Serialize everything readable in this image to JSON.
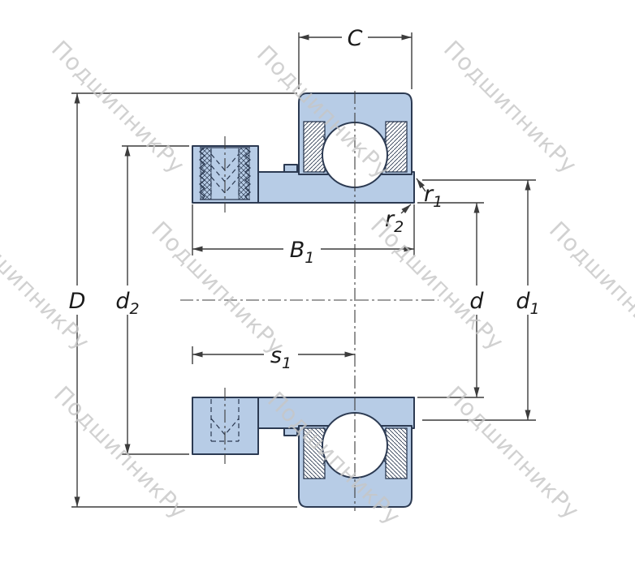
{
  "watermark": {
    "text": "ПодшипникРу"
  },
  "dims": {
    "C": {
      "base": "C"
    },
    "D": {
      "base": "D"
    },
    "d2": {
      "base": "d",
      "sub": "2"
    },
    "B1": {
      "base": "B",
      "sub": "1"
    },
    "s1": {
      "base": "s",
      "sub": "1"
    },
    "d": {
      "base": "d"
    },
    "d1": {
      "base": "d",
      "sub": "1"
    },
    "r1": {
      "base": "r",
      "sub": "1"
    },
    "r2": {
      "base": "r",
      "sub": "2"
    }
  },
  "colors": {
    "bearing_fill": "#b7cce6",
    "bearing_line": "#2c3a52",
    "dim_line": "#3c3c3c",
    "text": "#1a1a1a",
    "watermark": "#c6c6c6",
    "background": "#ffffff"
  }
}
